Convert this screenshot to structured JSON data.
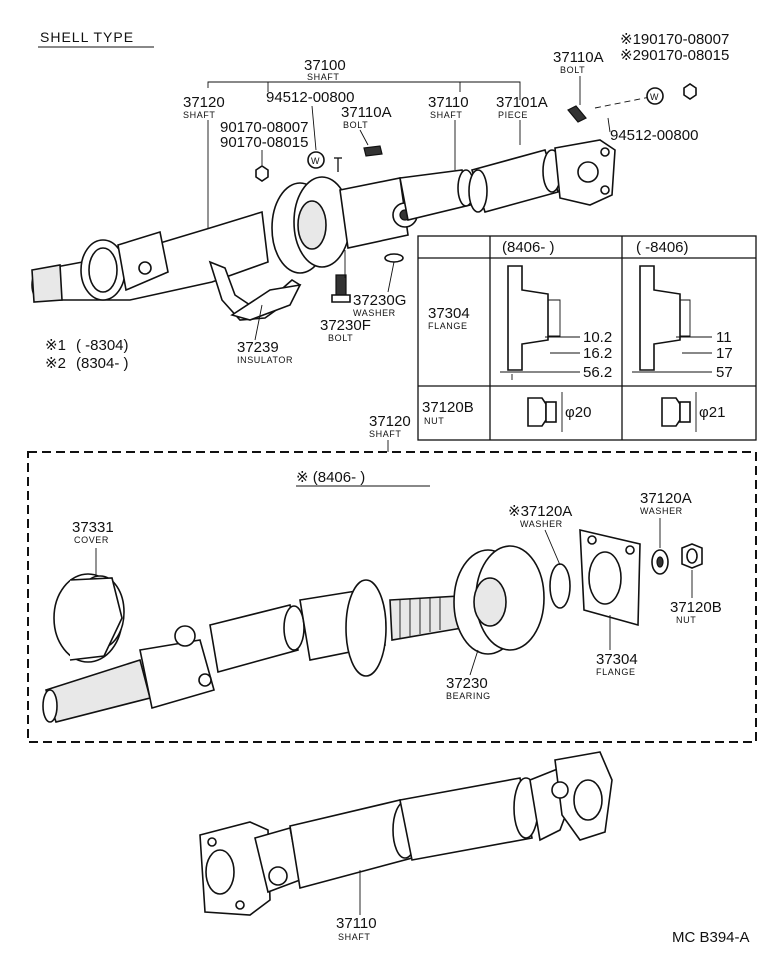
{
  "diagram": {
    "title": "SHELL TYPE",
    "code": "MC B394-A",
    "notes": [
      {
        "id": "note1",
        "mark": "※1",
        "text": "(      -8304)"
      },
      {
        "id": "note2",
        "mark": "※2",
        "text": "(8304-      )"
      },
      {
        "id": "note_tr1",
        "text": "※190170-08007"
      },
      {
        "id": "note_tr2",
        "text": "※290170-08015"
      }
    ],
    "labels": {
      "p37100": {
        "num": "37100",
        "name": "SHAFT"
      },
      "p37120_top": {
        "num": "37120",
        "name": "SHAFT"
      },
      "p94512a": {
        "num": "94512-00800",
        "name": ""
      },
      "p37110A_mid": {
        "num": "37110A",
        "name": "BOLT"
      },
      "p37110_top": {
        "num": "37110",
        "name": "SHAFT"
      },
      "p37101A": {
        "num": "37101A",
        "name": "PIECE"
      },
      "p37110A_top": {
        "num": "37110A",
        "name": "BOLT"
      },
      "p94512b": {
        "num": "94512-00800",
        "name": ""
      },
      "p90170a": {
        "num": "90170-08007",
        "name": ""
      },
      "p90170b": {
        "num": "90170-08015",
        "name": ""
      },
      "p37230G": {
        "num": "37230G",
        "name": "WASHER"
      },
      "p37230F": {
        "num": "37230F",
        "name": "BOLT"
      },
      "p37239": {
        "num": "37239",
        "name": "INSULATOR"
      },
      "p37120_mid": {
        "num": "37120",
        "name": "SHAFT"
      },
      "p37331": {
        "num": "37331",
        "name": "COVER"
      },
      "p37120A_a": {
        "num": "※37120A",
        "name": "WASHER"
      },
      "p37120A_b": {
        "num": "37120A",
        "name": "WASHER"
      },
      "p37120B_low": {
        "num": "37120B",
        "name": "NUT"
      },
      "p37304_low": {
        "num": "37304",
        "name": "FLANGE"
      },
      "p37230": {
        "num": "37230",
        "name": "BEARING"
      },
      "p37110_bottom": {
        "num": "37110",
        "name": "SHAFT"
      }
    },
    "boxed_note": "※ (8406-        )",
    "table": {
      "col1": "(8406-        )",
      "col2": "(        -8406)",
      "row1": {
        "num": "37304",
        "name": "FLANGE"
      },
      "row2": {
        "num": "37120B",
        "name": "NUT"
      },
      "dims_left": [
        "10.2",
        "16.2",
        "56.2"
      ],
      "dims_right": [
        "11",
        "17",
        "57"
      ],
      "nut_left": "φ20",
      "nut_right": "φ21"
    }
  }
}
